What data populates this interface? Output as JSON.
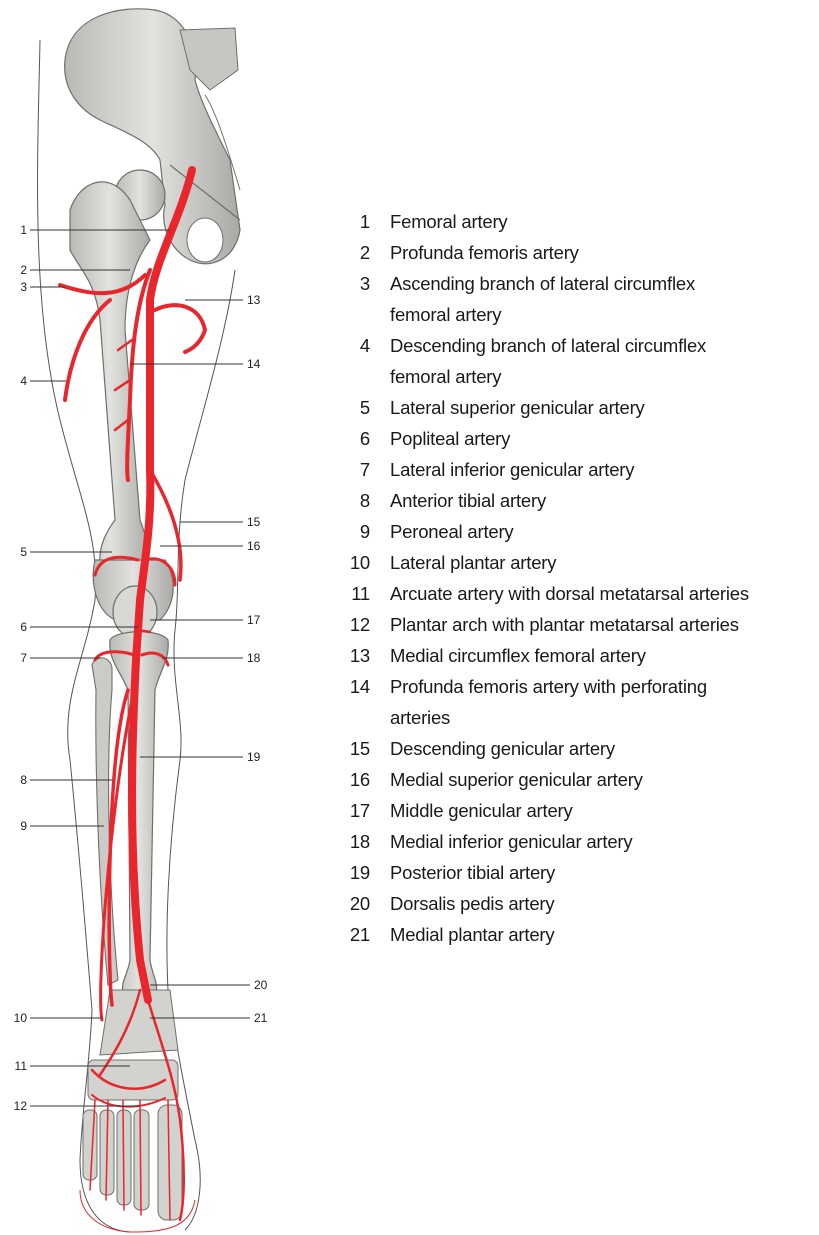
{
  "callouts": [
    "1",
    "2",
    "3",
    "4",
    "5",
    "6",
    "7",
    "8",
    "9",
    "10",
    "11",
    "12",
    "13",
    "14",
    "15",
    "16",
    "17",
    "18",
    "19",
    "20",
    "21"
  ],
  "legend": [
    {
      "num": "1",
      "label": "Femoral artery"
    },
    {
      "num": "2",
      "label": "Profunda femoris artery"
    },
    {
      "num": "3",
      "label": "Ascending branch of lateral circumflex femoral artery"
    },
    {
      "num": "4",
      "label": "Descending branch of lateral circumflex femoral artery"
    },
    {
      "num": "5",
      "label": "Lateral superior genicular artery"
    },
    {
      "num": "6",
      "label": "Popliteal artery"
    },
    {
      "num": "7",
      "label": "Lateral inferior genicular artery"
    },
    {
      "num": "8",
      "label": "Anterior tibial artery"
    },
    {
      "num": "9",
      "label": "Peroneal artery"
    },
    {
      "num": "10",
      "label": "Lateral plantar artery"
    },
    {
      "num": "11",
      "label": "Arcuate artery with dorsal metatarsal arteries"
    },
    {
      "num": "12",
      "label": "Plantar arch with plantar metatarsal arteries"
    },
    {
      "num": "13",
      "label": "Medial circumflex femoral artery"
    },
    {
      "num": "14",
      "label": "Profunda femoris artery with perforating arteries"
    },
    {
      "num": "15",
      "label": "Descending genicular artery"
    },
    {
      "num": "16",
      "label": "Medial superior genicular artery"
    },
    {
      "num": "17",
      "label": "Middle genicular artery"
    },
    {
      "num": "18",
      "label": "Medial inferior genicular artery"
    },
    {
      "num": "19",
      "label": "Posterior tibial artery"
    },
    {
      "num": "20",
      "label": "Dorsalis pedis artery"
    },
    {
      "num": "21",
      "label": "Medial plantar artery"
    }
  ],
  "colors": {
    "artery": "#e8262c",
    "bone": "#cfcfcb",
    "bone_outline": "#6f6f6c",
    "skin_outline": "#555555",
    "text": "#1a1a1a"
  }
}
